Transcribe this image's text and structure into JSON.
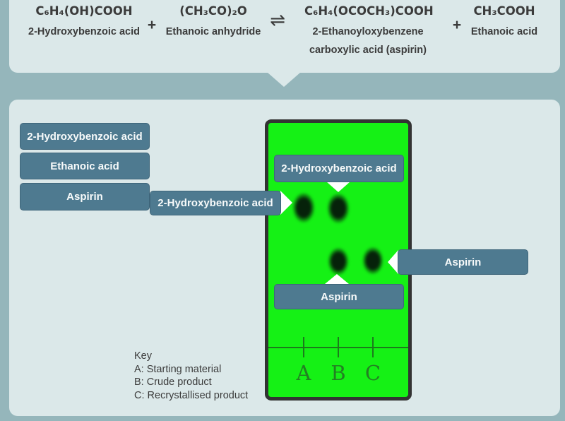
{
  "equation": {
    "plus": "+",
    "equilibrium_symbol": "⇌",
    "reactants": [
      {
        "formula": "C₆H₄(OH)COOH",
        "name": "2-Hydroxybenzoic acid"
      },
      {
        "formula": "(CH₃CO)₂O",
        "name": "Ethanoic anhydride"
      }
    ],
    "products": [
      {
        "formula": "C₆H₄(OCOCH₃)COOH",
        "name_line1": "2-Ethanoyloxybenzene",
        "name_line2": "carboxylic acid (aspirin)"
      },
      {
        "formula": "CH₃COOH",
        "name": "Ethanoic acid"
      }
    ]
  },
  "label_bank": {
    "items": [
      "2-Hydroxybenzoic acid",
      "Ethanoic acid",
      "Aspirin"
    ]
  },
  "placed_labels": {
    "left": "2-Hydroxybenzoic acid",
    "top": "2-Hydroxybenzoic acid",
    "bottom": "Aspirin",
    "right": "Aspirin"
  },
  "plate": {
    "lanes": [
      "A",
      "B",
      "C"
    ],
    "spots": [
      {
        "lane": "A",
        "row": "top",
        "substance": "2-Hydroxybenzoic acid"
      },
      {
        "lane": "B",
        "row": "top",
        "substance": "2-Hydroxybenzoic acid"
      },
      {
        "lane": "B",
        "row": "bottom",
        "substance": "Aspirin"
      },
      {
        "lane": "C",
        "row": "bottom",
        "substance": "Aspirin"
      }
    ]
  },
  "key": {
    "title": "Key",
    "items": [
      "A: Starting material",
      "B: Crude product",
      "C: Recrystallised product"
    ]
  },
  "colors": {
    "background": "#95b6bb",
    "panel": "#dbe8e9",
    "label_chip": "#4e7a90",
    "plate_green": "#15f115",
    "plate_border": "#333333",
    "text": "#3b3b3b"
  }
}
